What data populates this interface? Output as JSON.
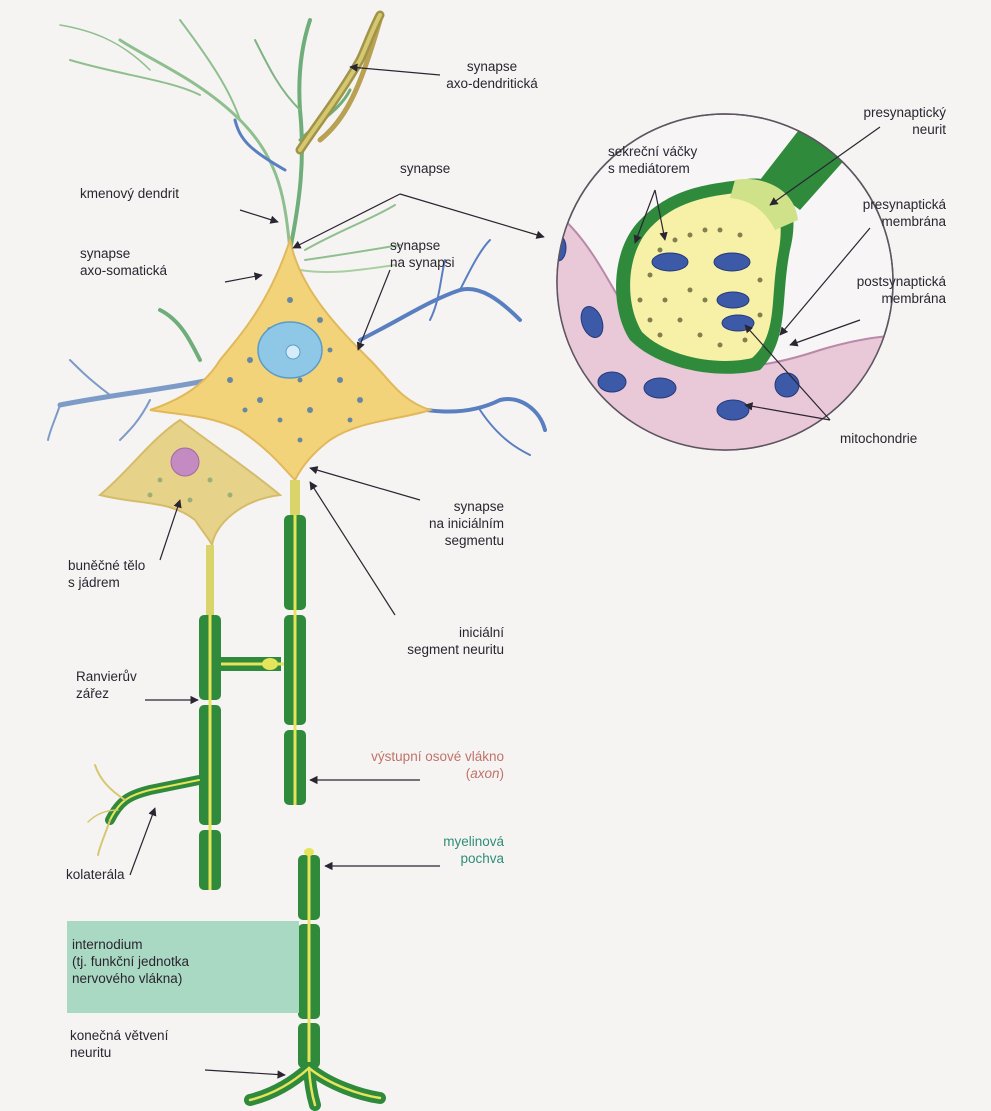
{
  "colors": {
    "myelin": "#2f8a3c",
    "axon_core": "#e6e45a",
    "soma": "#f2d37a",
    "soma_spots": "#3b6fb0",
    "nucleus": "#8fc7e6",
    "second_soma": "#e7d28a",
    "second_nucleus": "#c48ac2",
    "dendrite_green": "#6fae7b",
    "dendrite_blue": "#5a7fc0",
    "synapse_bg": "#e9c8d8",
    "vesicle_fill": "#f7f1a8",
    "mitochondria": "#3d5aa8",
    "label_pink": "#c0736a",
    "label_teal": "#2f8d78",
    "internodium_box": "#a9d9c2"
  },
  "labels": {
    "synapse_axo_dendriticka": [
      "synapse",
      "axo-dendritická"
    ],
    "synapse": "synapse",
    "kmenovy_dendrit": "kmenový dendrit",
    "synapse_axo_somaticka": [
      "synapse",
      "axo-somatická"
    ],
    "synapse_na_synapsi": [
      "synapse",
      "na synapsi"
    ],
    "synapse_na_inicialnim": [
      "synapse",
      "na iniciálním",
      "segmentu"
    ],
    "bunecne_telo": [
      "buněčné tělo",
      "s jádrem"
    ],
    "inicialni_segment": [
      "iniciální",
      "segment neuritu"
    ],
    "ranvieruv_zarez": [
      "Ranvierův",
      "zářez"
    ],
    "vystupni_vlakno": "výstupní osové vlákno",
    "axon_open": "(",
    "axon_word": "axon",
    "axon_close": ")",
    "kolaterala": "kolaterála",
    "myelinova_pochva": [
      "myelinová",
      "pochva"
    ],
    "internodium": [
      "internodium",
      "(tj. funkční jednotka",
      "nervového vlákna)"
    ],
    "konecna_vetveni": [
      "konečná větvení",
      "neuritu"
    ],
    "presynapticky_neurit": [
      "presynaptický",
      "neurit"
    ],
    "sekrecni_vacky": [
      "sekreční váčky",
      "s mediátorem"
    ],
    "presynapticka_membrana": [
      "presynaptická",
      "membrána"
    ],
    "postsynapticka_membrana": [
      "postsynaptická",
      "membrána"
    ],
    "mitochondrie": "mitochondrie"
  }
}
